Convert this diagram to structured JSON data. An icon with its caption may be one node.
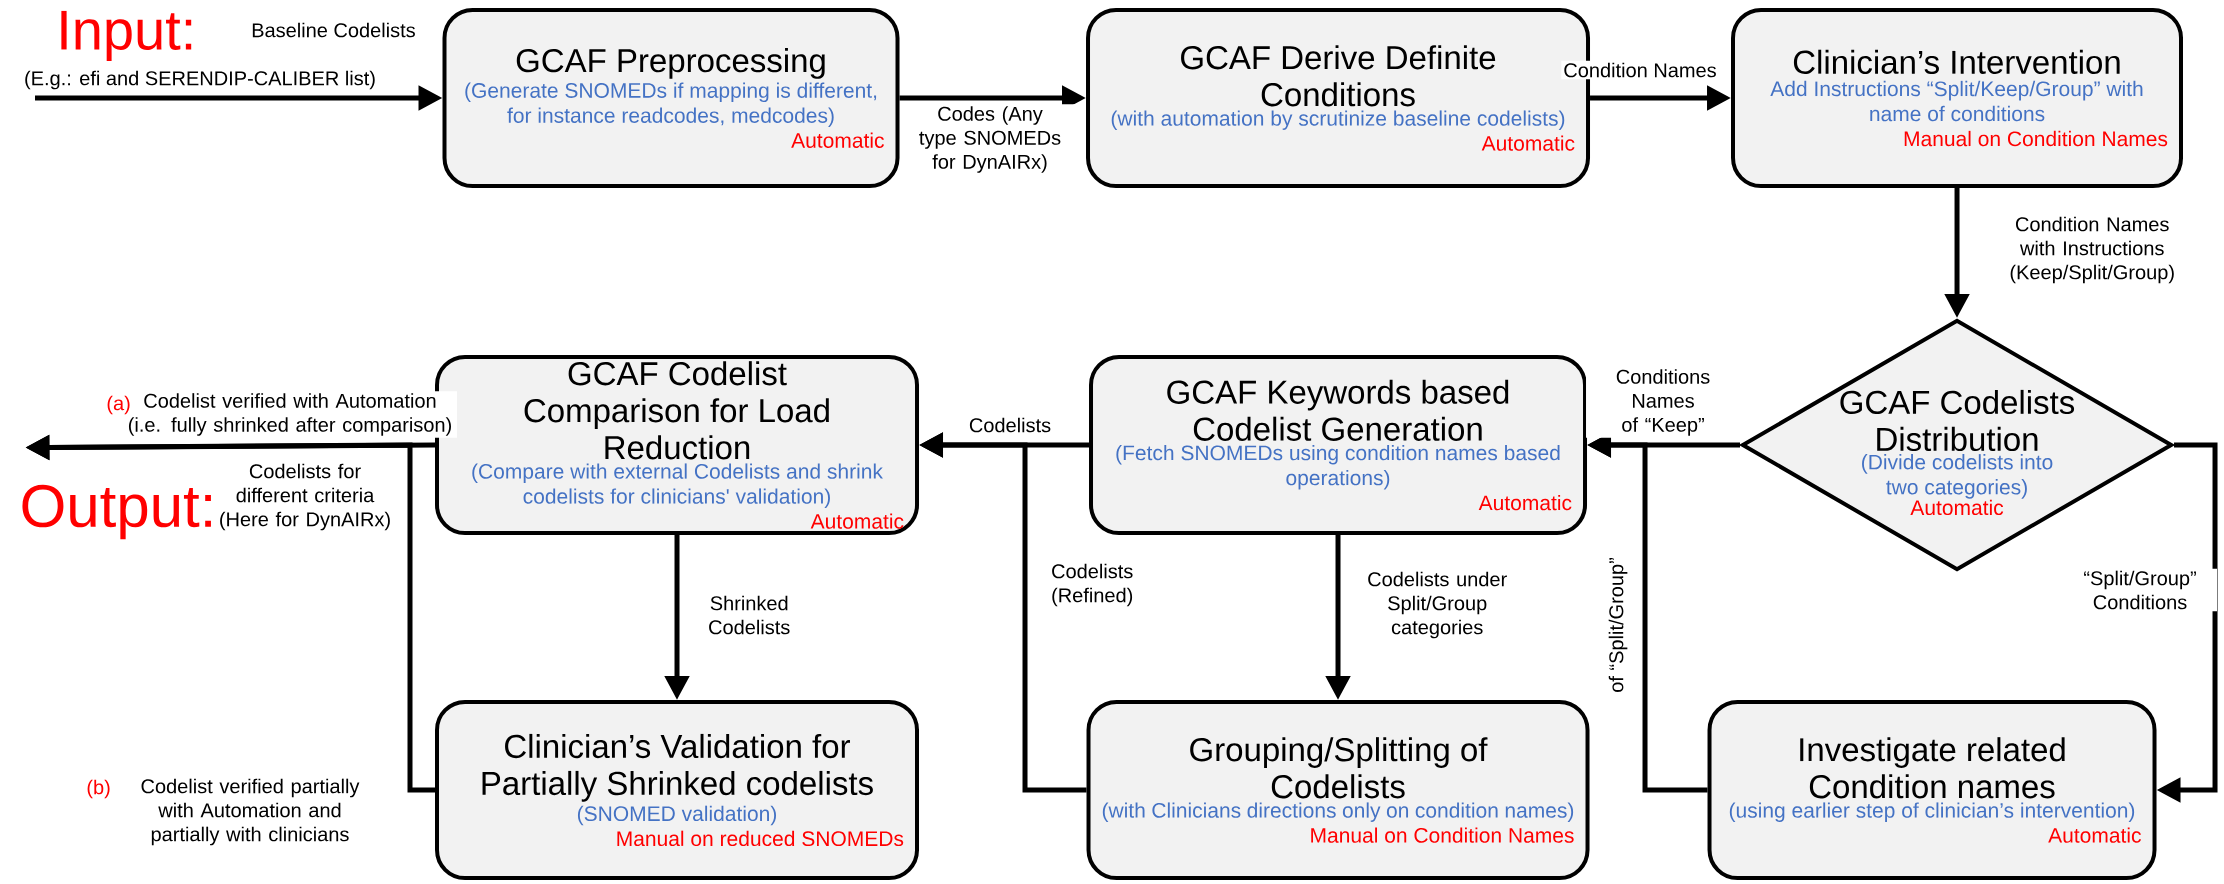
{
  "diagram": {
    "nodes": [
      {
        "text": [
          "GCAF Preprocessing",
          "(Generate SNOMEDs if mapping is different, for instance readcodes, medcodes)",
          "Automatic"
        ]
      },
      {
        "text": [
          "GCAF Derive Definite Conditions",
          "(with automation by scrutinize baseline codelists)",
          "Automatic"
        ]
      },
      {
        "text": [
          "Clinician’s Intervention",
          "Add Instructions “Split/Keep/Group” with name of conditions",
          "Manual on Condition Names"
        ]
      },
      {
        "text": [
          "GCAF Codelists Distribution",
          "(Divide codelists into two categories)",
          "Automatic"
        ]
      },
      {
        "text": [
          "GCAF Keywords based Codelist Generation",
          "(Fetch SNOMEDs using condition names based operations)",
          "Automatic"
        ]
      },
      {
        "text": [
          "GCAF Codelist Comparison for Load Reduction",
          "(Compare with external Codelists and shrink codelists for clinicians' validation)",
          "Automatic"
        ]
      },
      {
        "text": [
          "Investigate related Condition names",
          "(using earlier step of clinician’s intervention)",
          "Automatic"
        ]
      },
      {
        "text": [
          "Grouping/Splitting of Codelists",
          "(with Clinicians directions only on condition names)",
          "Manual on Condition Names"
        ]
      },
      {
        "text": [
          "Clinician’s Validation for Partially Shrinked codelists",
          "(SNOMED validation)",
          "Manual on reduced SNOMEDs"
        ]
      },
      {
        "text": [
          "Output:"
        ]
      }
    ],
    "edges": [
      {
        "from": null,
        "to": 0,
        "arrow": "to",
        "label": "(E.g.: efi and SERENDIP-CALIBER list)"
      },
      {
        "from": 0,
        "to": 1,
        "arrow": "to",
        "label": "Codes (Any type SNOMEDs for DynAIRx)"
      },
      {
        "from": 1,
        "to": 2,
        "arrow": "to",
        "label": "Condition Names"
      },
      {
        "from": 2,
        "to": 3,
        "arrow": "to",
        "label": "Condition Names with Instructions (Keep/Split/Group)"
      },
      {
        "from": 3,
        "to": 4,
        "arrow": "to",
        "label": "Conditions Names of “Keep”"
      },
      {
        "from": 3,
        "to": 6,
        "arrow": "to",
        "label": "“Split/Group” Conditions"
      },
      {
        "from": 6,
        "to": 4,
        "arrow": "to",
        "label": "of “Split/Group”"
      },
      {
        "from": 4,
        "to": 5,
        "arrow": "to",
        "label": "Codelists"
      },
      {
        "from": 4,
        "to": 7,
        "arrow": "to",
        "label": "Codelists under Split/Group categories"
      },
      {
        "from": 7,
        "to": 5,
        "arrow": "to",
        "label": "Codelists (Refined)"
      },
      {
        "from": 5,
        "to": 8,
        "arrow": "to",
        "label": "Shrinked Codelists"
      },
      {
        "from": 5,
        "to": 9,
        "arrow": "to",
        "label": "Codelist verified with Automation (i.e. fully shrinked after comparison)"
      },
      {
        "from": 8,
        "to": 9,
        "arrow": "to",
        "label": "Codelist verified partially with Automation and partially with clinicians"
      }
    ],
    "labels": [
      "Input:",
      "Baseline Codelists",
      "(a)",
      "Codelists for different criteria (Here for DynAIRx)",
      "(b)"
    ]
  }
}
